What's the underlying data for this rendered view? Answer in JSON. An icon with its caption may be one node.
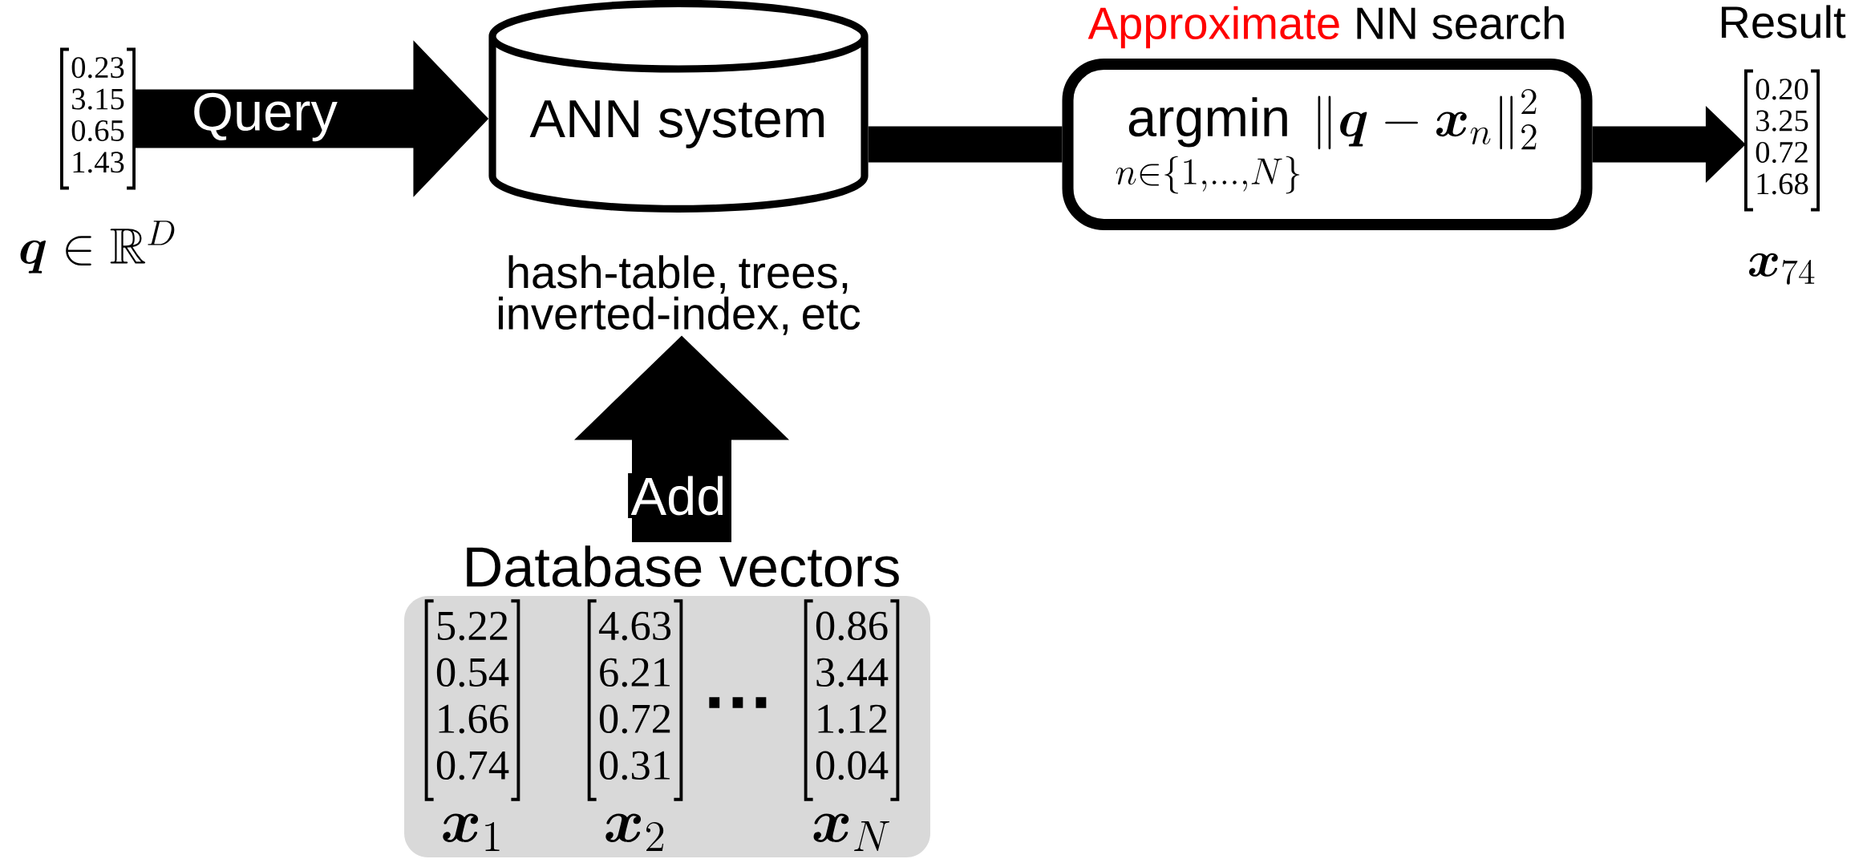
{
  "diagram": {
    "nodes": [
      {
        "text": [
          "0.23",
          "3.15",
          "0.65",
          "1.43"
        ],
        "beside": [
          "\\boldsymbol{q} \\in \\mathbb{R}^{D}"
        ]
      },
      {
        "text": [
          "ANN system",
          "hash-table, trees, inverted-index, etc"
        ]
      },
      {
        "text": [
          "Approximate",
          "NN search",
          "\\operatorname*{argmin}_{n\\in\\{1,\\ldots,N\\}} \\|\\boldsymbol{q}-\\boldsymbol{x}_{n}\\|_{2}^{2}"
        ]
      },
      {
        "text": [
          "Result",
          "0.20",
          "3.25",
          "0.72",
          "1.68"
        ],
        "beside": [
          "\\boldsymbol{x}_{74}"
        ]
      },
      {
        "text": [
          "Database vectors"
        ]
      },
      {
        "text": [
          "5.22",
          "0.54",
          "1.66",
          "0.74"
        ],
        "beside": [
          "\\boldsymbol{x}_{1}"
        ],
        "in": 4
      },
      {
        "text": [
          "4.63",
          "6.21",
          "0.72",
          "0.31"
        ],
        "beside": [
          "\\boldsymbol{x}_{2}"
        ],
        "in": 4
      },
      {
        "text": [
          "0.86",
          "3.44",
          "1.12",
          "0.04"
        ],
        "beside": [
          "\\boldsymbol{x}_{N}"
        ],
        "in": 4
      }
    ],
    "edges": [
      {
        "from": 0,
        "to": 1,
        "arrow": "to",
        "label": "Query"
      },
      {
        "from": 1,
        "to": 2,
        "arrow": "none"
      },
      {
        "from": 2,
        "to": 3,
        "arrow": "to"
      },
      {
        "from": 4,
        "to": 1,
        "arrow": "to",
        "label": "Add",
        "style": "thick"
      }
    ],
    "labels": [
      "…"
    ]
  }
}
